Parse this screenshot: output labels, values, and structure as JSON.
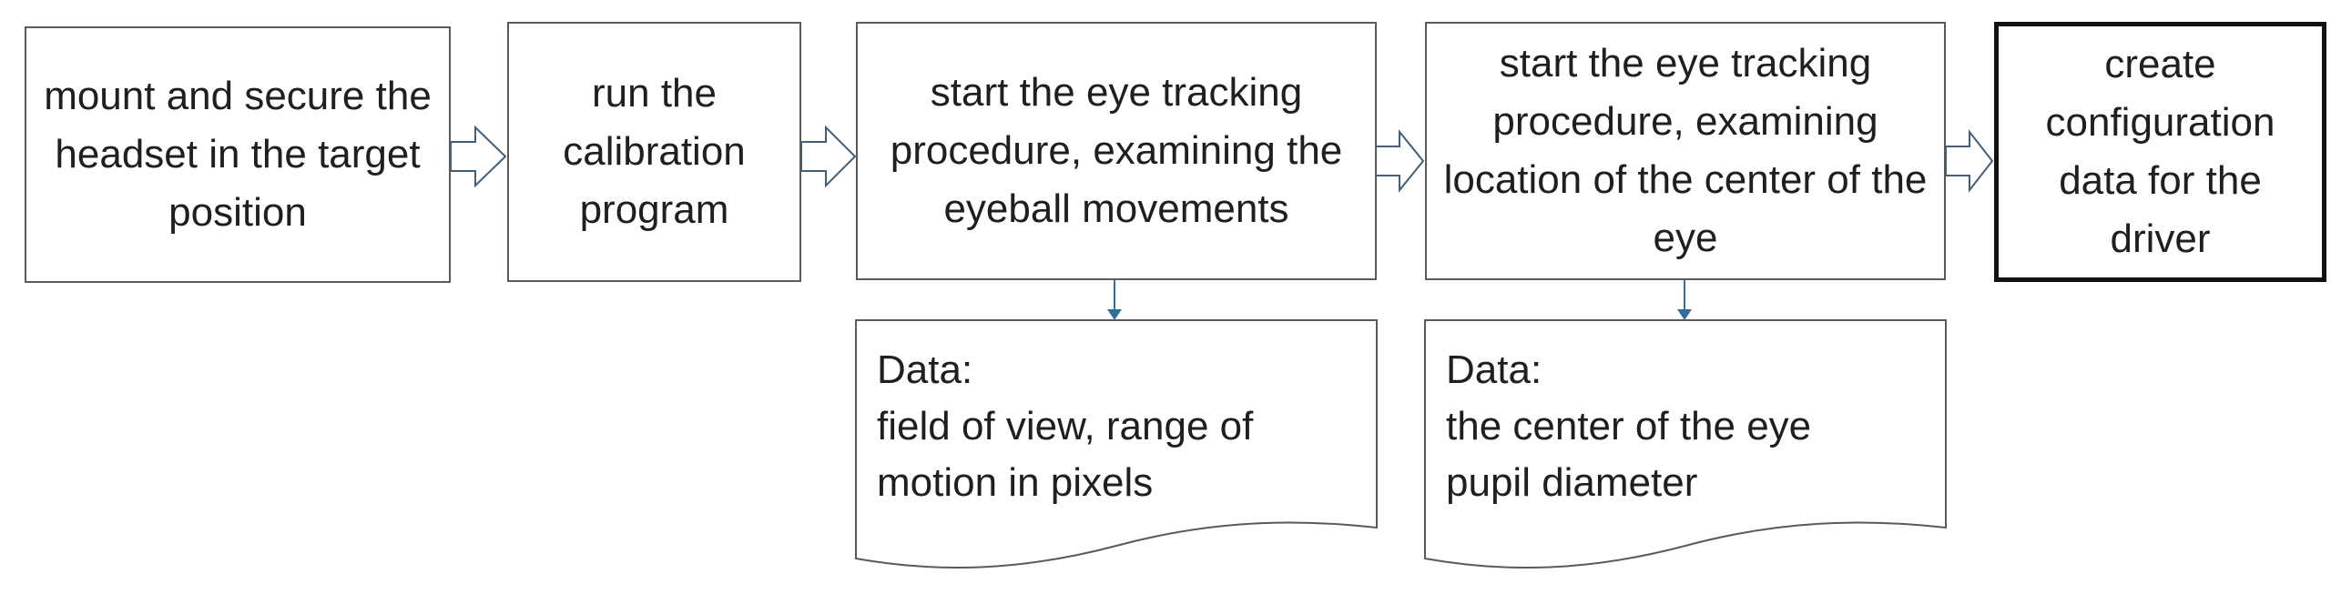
{
  "process_steps": [
    {
      "label": "mount and secure the headset in the target position"
    },
    {
      "label": "run the calibration program"
    },
    {
      "label": "start the eye tracking procedure, examining the eyeball movements"
    },
    {
      "label": "start the eye tracking procedure, examining location of the center of the eye"
    },
    {
      "label": "create configuration data for the driver"
    }
  ],
  "data_outputs": [
    {
      "heading": "Data:",
      "lines": [
        "field of view, range of",
        "motion in pixels"
      ]
    },
    {
      "heading": "Data:",
      "lines": [
        "the center of the eye",
        "pupil diameter"
      ]
    }
  ],
  "colors": {
    "box_border": "#5a5a5a",
    "final_border": "#111111",
    "arrow_outline": "#3f5f7a",
    "connector": "#2f6f9f",
    "text": "#1f1f1f"
  }
}
